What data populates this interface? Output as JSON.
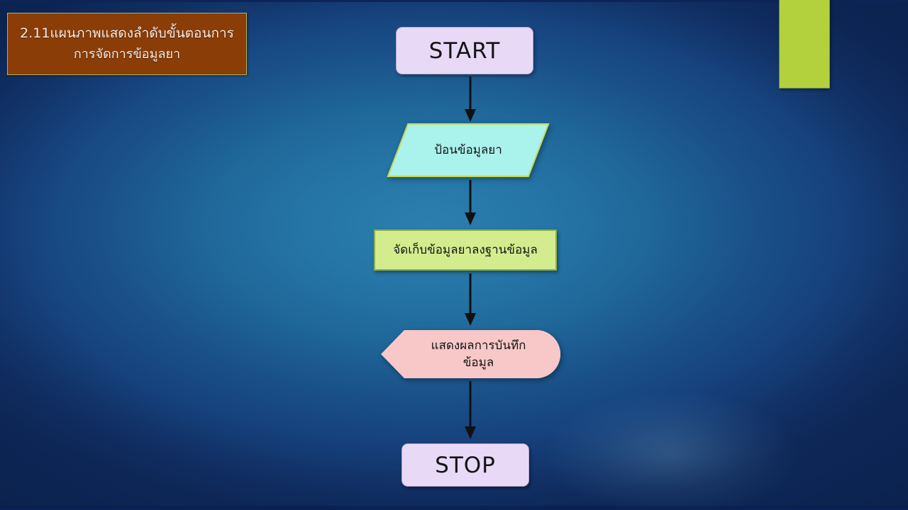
{
  "slide": {
    "background_color_center": "#2b7fae",
    "background_color_edge": "#0f2a5c"
  },
  "title": {
    "line1": "2.11แผนภาพแสดงลำดับขั้นตอนการ",
    "line2": "การจัดการข้อมูลยา",
    "background_color": "#8a3d06",
    "border_color": "#b5b35a",
    "text_color": "#f6ece6"
  },
  "decoration": {
    "green_block_color": "#b2d13c"
  },
  "flowchart": {
    "nodes": [
      {
        "id": "start",
        "shape": "terminator",
        "label": "START",
        "fill": "#e8daf7",
        "border": "#b9a7cf"
      },
      {
        "id": "input-drug-data",
        "shape": "parallelogram",
        "label": "ป้อนข้อมูลยา",
        "fill": "#aaf2ec",
        "border": "#c6d94a"
      },
      {
        "id": "store-to-database",
        "shape": "process",
        "label": "จัดเก็บข้อมูลยาลงฐานข้อมูล",
        "fill": "#d3ed8e",
        "border": "#8eb24a"
      },
      {
        "id": "show-save-result",
        "shape": "display",
        "label": "แสดงผลการบันทึก\nข้อมูล",
        "fill": "#f8c8c8",
        "border": "#e3a9a9"
      },
      {
        "id": "stop",
        "shape": "terminator",
        "label": "STOP",
        "fill": "#e8daf7",
        "border": "#b9a7cf"
      }
    ],
    "connectors": [
      {
        "id": "start-to-input",
        "from": "start",
        "to": "input-drug-data",
        "direction": "down",
        "color": "#111111"
      },
      {
        "id": "input-to-store",
        "from": "input-drug-data",
        "to": "store-to-database",
        "direction": "down",
        "color": "#111111"
      },
      {
        "id": "store-to-display",
        "from": "store-to-database",
        "to": "show-save-result",
        "direction": "down",
        "color": "#111111"
      },
      {
        "id": "display-to-stop",
        "from": "show-save-result",
        "to": "stop",
        "direction": "down",
        "color": "#111111"
      }
    ]
  }
}
